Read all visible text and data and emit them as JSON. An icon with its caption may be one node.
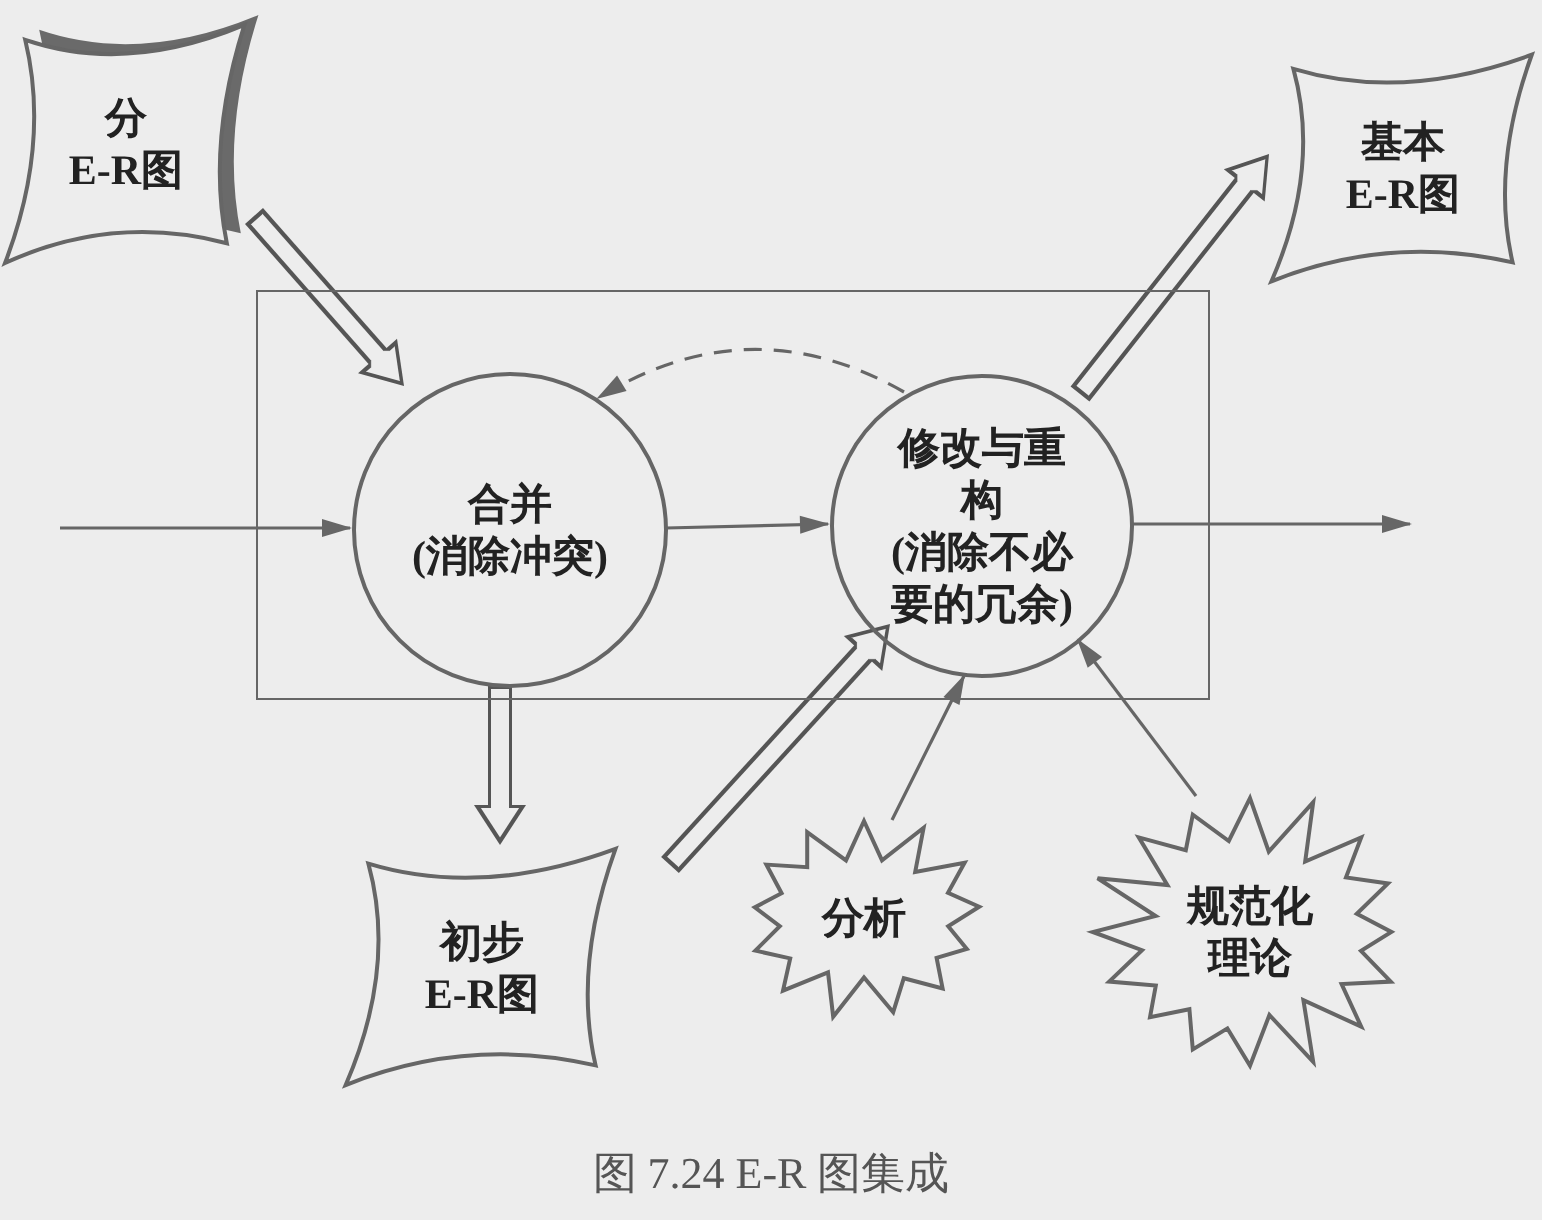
{
  "diagram": {
    "caption": "图 7.24 E-R 图集成",
    "nodes": [
      {
        "text": [],
        "shape": "box"
      },
      {
        "text": [
          "分",
          "E-R图"
        ]
      },
      {
        "text": [
          "合并",
          "(消除冲突)"
        ],
        "in": 0
      },
      {
        "text": [
          "修改与重构",
          "(消除不必要的冗余)"
        ],
        "in": 0
      },
      {
        "text": [
          "基本",
          "E-R图"
        ]
      },
      {
        "text": [
          "初步",
          "E-R图"
        ]
      },
      {
        "text": [
          "分析"
        ]
      },
      {
        "text": [
          "规范化理论"
        ]
      }
    ],
    "edges": [
      {
        "from": null,
        "to": 2,
        "arrow": "to"
      },
      {
        "from": 2,
        "to": 3,
        "arrow": "to"
      },
      {
        "from": 3,
        "to": null,
        "arrow": "to"
      },
      {
        "from": 3,
        "to": 2,
        "arrow": "to",
        "style": "dashed"
      },
      {
        "from": 1,
        "to": 2,
        "arrow": "to",
        "style": "thick"
      },
      {
        "from": 3,
        "to": 4,
        "arrow": "to",
        "style": "thick"
      },
      {
        "from": 2,
        "to": 5,
        "arrow": "to",
        "style": "thick"
      },
      {
        "from": 5,
        "to": 3,
        "arrow": "to",
        "style": "thick"
      },
      {
        "from": 6,
        "to": 3,
        "arrow": "to"
      },
      {
        "from": 7,
        "to": 3,
        "arrow": "to"
      }
    ]
  }
}
